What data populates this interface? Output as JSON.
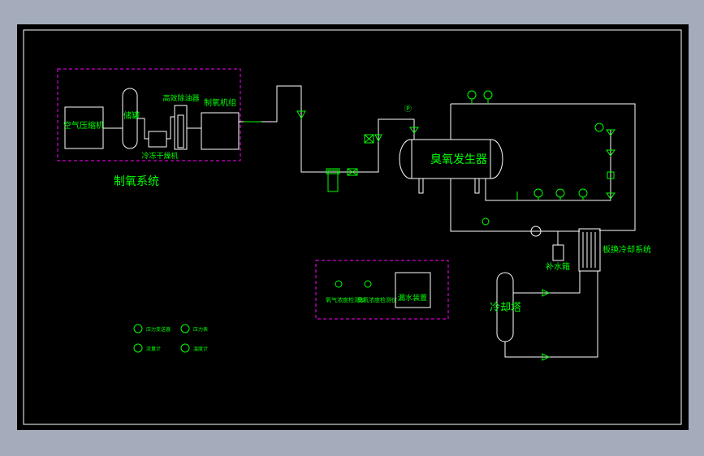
{
  "colors": {
    "background": "#000000",
    "border": "#ffffff",
    "line": "#ffffff",
    "component": "#00ff00",
    "group_box": "#ff00ff",
    "text": "#00ff00",
    "window_bg": "#a4acbb"
  },
  "oxygen_system": {
    "title": "制氧系统",
    "air_compressor": "空气压缩机",
    "tank": "储罐",
    "dryer": "冷冻干燥机",
    "filter": "高效除油器",
    "oxygen_machine": "制氧机组"
  },
  "ozone_generator": "臭氧发生器",
  "cooling": {
    "plate_exchanger": "板换冷却系统",
    "makeup_tank": "补水箱",
    "cooling_tower": "冷却塔"
  },
  "monitoring": {
    "oxygen_detector": "氧气浓度检测仪",
    "ozone_detector": "臭氧浓度检测仪",
    "leak_device": "漏水装置"
  },
  "legend": {
    "pressure_transmitter": "压力变送器",
    "pressure_gauge": "压力表",
    "flow_meter": "流量计",
    "thermometer": "温度计"
  }
}
